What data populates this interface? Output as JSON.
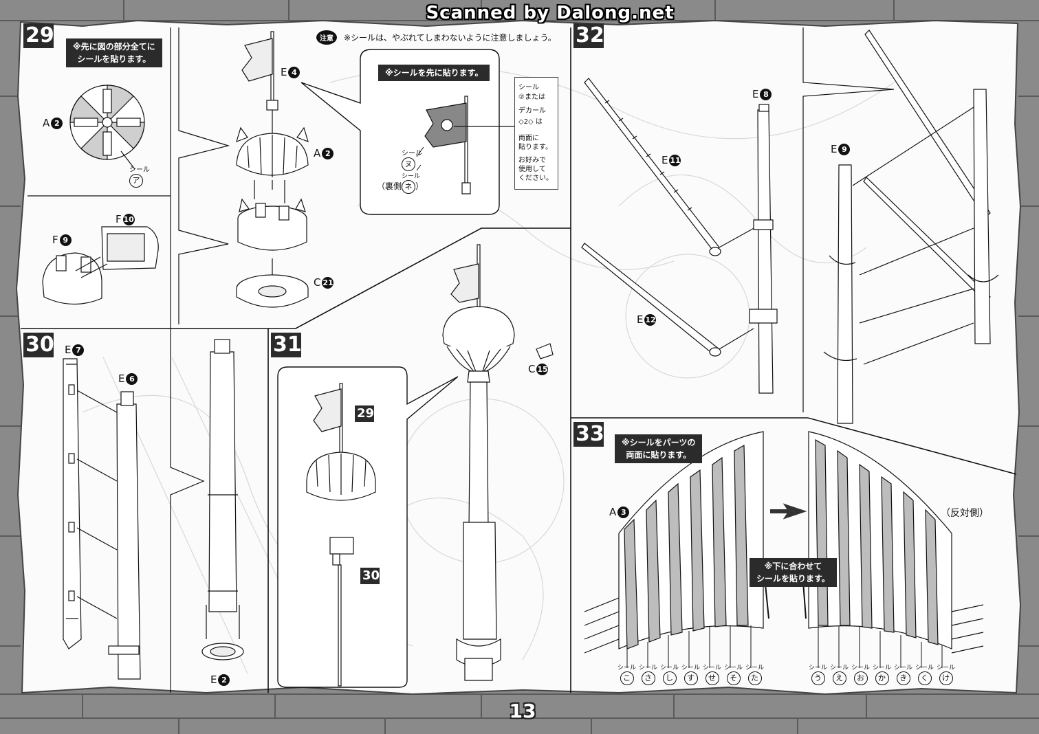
{
  "header": {
    "scanner_credit": "Scanned by Dalong.net",
    "page_number": "13"
  },
  "step29": {
    "number": "29",
    "note": "※先に図の部分全てに\nシールを貼ります。",
    "caution_badge": "注意",
    "caution_text": "※シールは、やぶれてしまわないように注意しましょう。",
    "inset_note": "※シールを先に貼ります。",
    "labels": {
      "A2": "A",
      "A2_right": "A",
      "E4": "E",
      "C21": "C",
      "F10": "F",
      "F9": "F",
      "seal_word": "シール",
      "seal_a": "ア",
      "seal_nu": "ヌ",
      "seal_ne": "ネ",
      "back_side": "（裏側",
      "back_side_close": "）"
    },
    "part_numbers": {
      "A2": "2",
      "E4": "4",
      "C21": "21",
      "F10": "10",
      "F9": "9"
    },
    "sidebox": [
      "シール",
      "②または",
      "デカール",
      "◇2◇ は",
      "両面に",
      "貼ります。",
      "お好みで",
      "使用して",
      "ください。"
    ]
  },
  "step30": {
    "number": "30",
    "labels": {
      "E7": "E",
      "E6": "E",
      "E2": "E"
    },
    "part_numbers": {
      "E7": "7",
      "E6": "6",
      "E2": "2"
    }
  },
  "step31": {
    "number": "31",
    "ref29": "29",
    "ref30": "30",
    "labels": {
      "C15": "C"
    },
    "part_numbers": {
      "C15": "15"
    }
  },
  "step32": {
    "number": "32",
    "labels": {
      "E8": "E",
      "E11": "E",
      "E12": "E",
      "E9": "E"
    },
    "part_numbers": {
      "E8": "8",
      "E11": "11",
      "E12": "12",
      "E9": "9"
    }
  },
  "step33": {
    "number": "33",
    "note": "※シールをパーツの\n両面に貼ります。",
    "align_note": "※下に合わせて\nシールを貼ります。",
    "opposite_side": "（反対側）",
    "labels": {
      "A3": "A"
    },
    "part_numbers": {
      "A3": "3"
    },
    "seal_word": "シール",
    "seals_left": [
      "こ",
      "さ",
      "し",
      "す",
      "せ",
      "そ",
      "た"
    ],
    "seals_right": [
      "う",
      "え",
      "お",
      "か",
      "き",
      "く",
      "け"
    ]
  }
}
